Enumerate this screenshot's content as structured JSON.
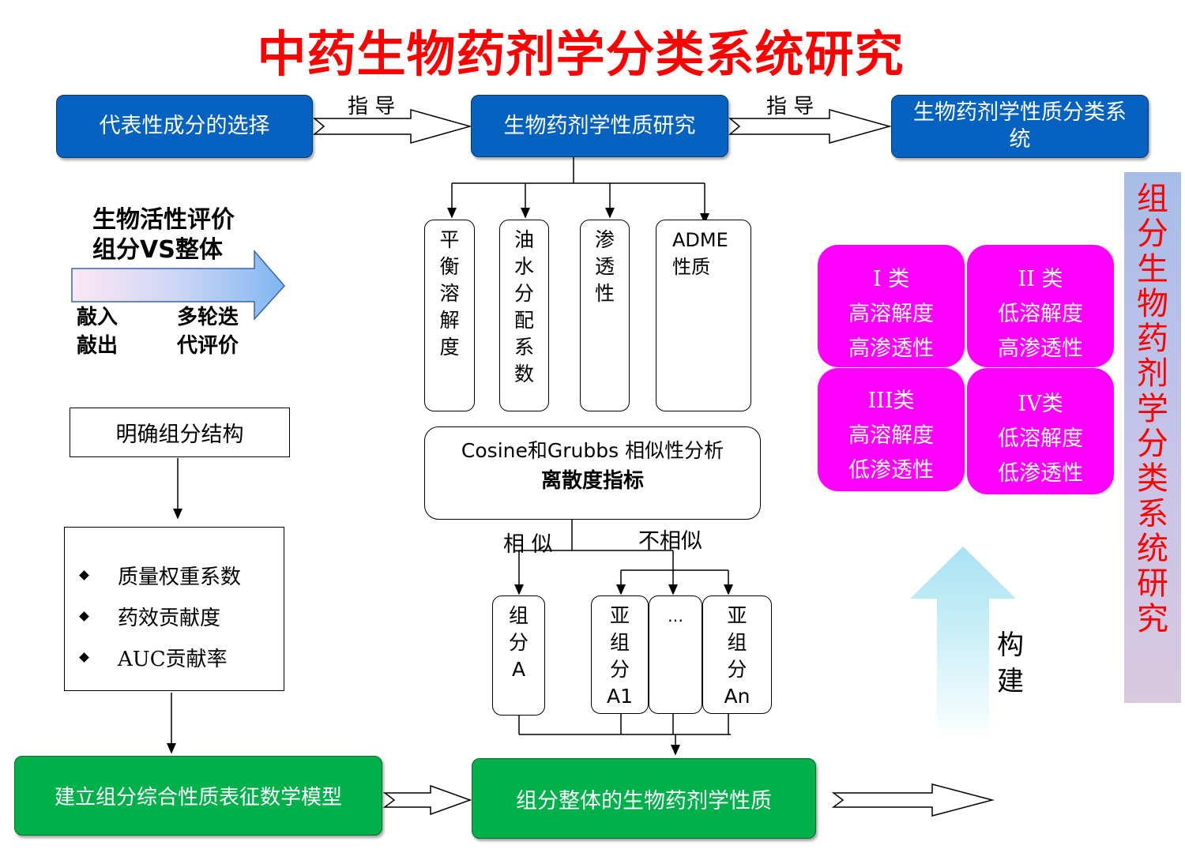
{
  "title": "中药生物药剂学分类系统研究",
  "top_row": {
    "box_left": "代表性成分的选择",
    "box_mid": "生物药剂学性质研究",
    "box_right": "生物药剂学性质分类系统",
    "arrow_label_1": "指  导",
    "arrow_label_2": "指  导"
  },
  "properties": [
    {
      "chars": [
        "平",
        "衡",
        "溶",
        "解",
        "度"
      ]
    },
    {
      "chars": [
        "油",
        "水",
        "分",
        "配",
        "系",
        "数"
      ]
    },
    {
      "chars": [
        "渗",
        "透",
        "性"
      ]
    },
    {
      "chars": [
        "ADME",
        "性质"
      ]
    }
  ],
  "bio_arrow": {
    "line1": "生物活性评价",
    "line2": "组分VS整体",
    "left_line1": "敲入",
    "left_line2": "敲出",
    "right_line1": "多轮迭",
    "right_line2": "代评价"
  },
  "structure_box": "明确组分结构",
  "bullets": [
    "质量权重系数",
    "药效贡献度",
    "AUC贡献率"
  ],
  "similarity": {
    "line1": "Cosine和Grubbs 相似性分析",
    "line2": "离散度指标",
    "similar": "相  似",
    "dissimilar": "不相似"
  },
  "components": [
    {
      "chars": [
        "组",
        "分",
        "A"
      ]
    },
    {
      "chars": [
        "亚",
        "组",
        "分",
        "A1"
      ]
    },
    {
      "chars": [
        "…"
      ]
    },
    {
      "chars": [
        "亚",
        "组",
        "分",
        "An"
      ]
    }
  ],
  "bottom_row": {
    "model_box": "建立组分综合性质表征数学模型",
    "whole_box": "组分整体的生物药剂学性质"
  },
  "classes": [
    {
      "name": "I 类",
      "solubility": "高溶解度",
      "permeability": "高渗透性"
    },
    {
      "name": "II 类",
      "solubility": "低溶解度",
      "permeability": "高渗透性"
    },
    {
      "name": "III类",
      "solubility": "高溶解度",
      "permeability": "低渗透性"
    },
    {
      "name": "IV类",
      "solubility": "低溶解度",
      "permeability": "低渗透性"
    }
  ],
  "construct_label": [
    "构",
    "建"
  ],
  "side_title": [
    "组",
    "分",
    "生",
    "物",
    "药",
    "剂",
    "学",
    "分",
    "类",
    "系",
    "统",
    "研",
    "究"
  ],
  "colors": {
    "title": "#ff0000",
    "blue_box": "#0662c0",
    "green_box": "#00b04a",
    "class_box": "#ff00ff",
    "side_title_text": "#ff0000"
  }
}
